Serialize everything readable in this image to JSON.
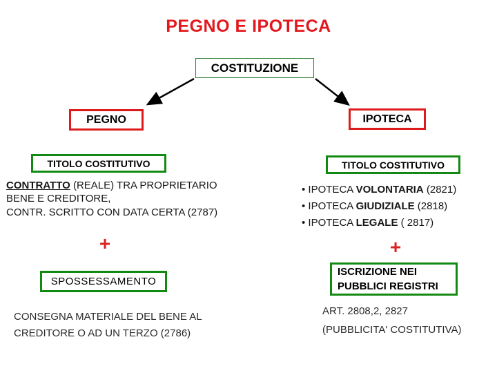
{
  "slide": {
    "title": "PEGNO E IPOTECA",
    "root_label": "COSTITUZIONE",
    "left": {
      "branch_label": "PEGNO",
      "titolo_label": "TITOLO COSTITUTIVO",
      "line1_bold": "CONTRATTO",
      "line1_rest": " (REALE) TRA PROPRIETARIO",
      "line2": "BENE E CREDITORE,",
      "line3": "CONTR. SCRITTO CON DATA CERTA (2787)",
      "plus": "+",
      "possession_label": "SPOSSESSAMENTO",
      "bottom_line1": "CONSEGNA MATERIALE DEL BENE AL",
      "bottom_line2": "CREDITORE O AD UN TERZO (2786)"
    },
    "right": {
      "branch_label": "IPOTECA",
      "titolo_label": "TITOLO COSTITUTIVO",
      "bullet_glyph": "•",
      "bullets": [
        {
          "prefix": " IPOTECA ",
          "bold": "VOLONTARIA",
          "suffix": " (2821)"
        },
        {
          "prefix": " IPOTECA ",
          "bold": "GIUDIZIALE",
          "suffix": " (2818)"
        },
        {
          "prefix": " IPOTECA ",
          "bold": "LEGALE",
          "suffix": " ( 2817)"
        }
      ],
      "plus": "+",
      "registry_line1": "ISCRIZIONE NEI",
      "registry_line2": "PUBBLICI REGISTRI",
      "bottom_line1": "ART. 2808,2, 2827",
      "bottom_line2": "(PUBBLICITA' COSTITUTIVA)"
    },
    "colors": {
      "title_red": "#e3181e",
      "box_border_red": "#dd1b1b",
      "box_border_green": "#128a12",
      "plus_red": "#dd2222",
      "arrow_black": "#000000"
    }
  }
}
